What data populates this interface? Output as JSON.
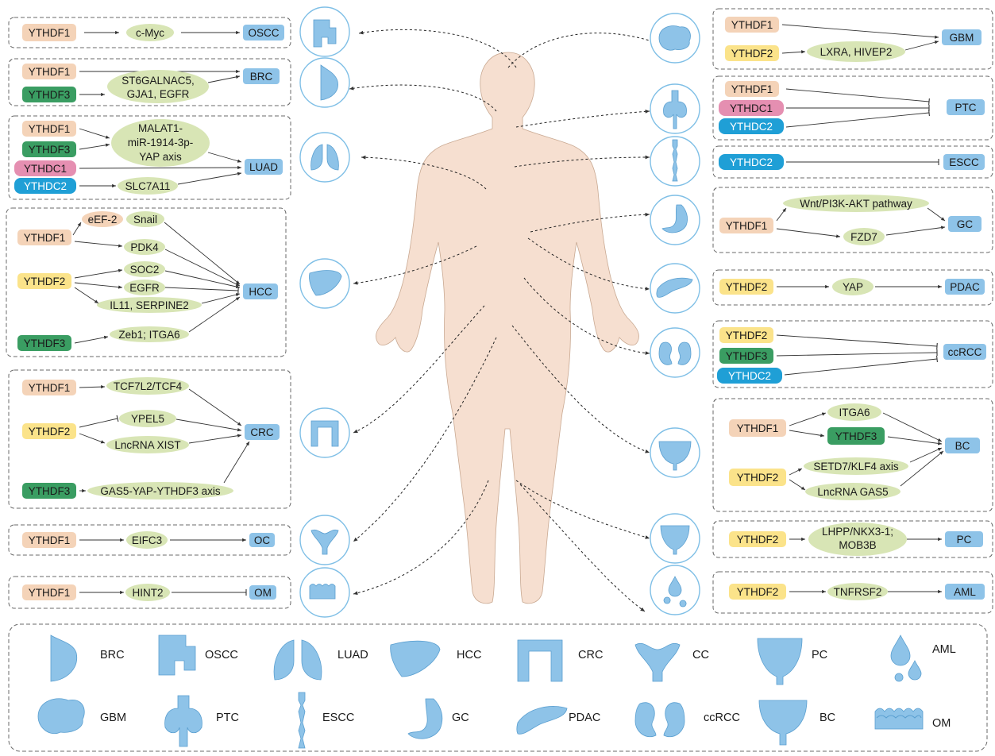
{
  "colors": {
    "YTHDF1": "#f4d3b8",
    "YTHDF2": "#fbe38a",
    "YTHDF3": "#3a9d62",
    "YTHDC1": "#e58fb1",
    "YTHDC2": "#1f9fd6",
    "target": "#d8e5b5",
    "cancer": "#8ec3e8",
    "organ": "#8ec3e8",
    "body": "#f6dfd0"
  },
  "panels": {
    "oscc": {
      "readers": [
        "YTHDF1"
      ],
      "targets": [
        "c-Myc"
      ],
      "cancer": "OSCC"
    },
    "brc": {
      "readers": [
        "YTHDF1",
        "YTHDF3"
      ],
      "targets": [
        "ST6GALNAC5,",
        "GJA1, EGFR"
      ],
      "cancer": "BRC"
    },
    "luad": {
      "readers": [
        "YTHDF1",
        "YTHDF3",
        "YTHDC1",
        "YTHDC2"
      ],
      "targets": [
        "MALAT1-",
        "miR-1914-3p-",
        "YAP axis",
        "SLC7A11"
      ],
      "cancer": "LUAD"
    },
    "hcc": {
      "readers": [
        "YTHDF1",
        "YTHDF2",
        "YTHDF3"
      ],
      "targets": [
        "eEF-2",
        "Snail",
        "PDK4",
        "SOC2",
        "EGFR",
        "IL11, SERPINE2",
        "Zeb1; ITGA6"
      ],
      "cancer": "HCC"
    },
    "crc": {
      "readers": [
        "YTHDF1",
        "YTHDF2",
        "YTHDF3"
      ],
      "targets": [
        "TCF7L2/TCF4",
        "YPEL5",
        "LncRNA XIST",
        "GAS5-YAP-YTHDF3 axis"
      ],
      "cancer": "CRC"
    },
    "oc": {
      "readers": [
        "YTHDF1"
      ],
      "targets": [
        "EIFC3"
      ],
      "cancer": "OC"
    },
    "om": {
      "readers": [
        "YTHDF1"
      ],
      "targets": [
        "HINT2"
      ],
      "cancer": "OM"
    },
    "gbm": {
      "readers": [
        "YTHDF1",
        "YTHDF2"
      ],
      "targets": [
        "LXRA, HIVEP2"
      ],
      "cancer": "GBM"
    },
    "ptc": {
      "readers": [
        "YTHDF1",
        "YTHDC1",
        "YTHDC2"
      ],
      "targets": [],
      "cancer": "PTC"
    },
    "escc": {
      "readers": [
        "YTHDC2"
      ],
      "targets": [],
      "cancer": "ESCC"
    },
    "gc": {
      "readers": [
        "YTHDF1"
      ],
      "targets": [
        "Wnt/PI3K-AKT pathway",
        "FZD7"
      ],
      "cancer": "GC"
    },
    "pdac": {
      "readers": [
        "YTHDF2"
      ],
      "targets": [
        "YAP"
      ],
      "cancer": "PDAC"
    },
    "ccrcc": {
      "readers": [
        "YTHDF2",
        "YTHDF3",
        "YTHDC2"
      ],
      "targets": [],
      "cancer": "ccRCC"
    },
    "bc": {
      "readers": [
        "YTHDF1",
        "YTHDF2"
      ],
      "targets": [
        "ITGA6",
        "YTHDF3",
        "SETD7/KLF4 axis",
        "LncRNA GAS5"
      ],
      "cancer": "BC"
    },
    "pc": {
      "readers": [
        "YTHDF2"
      ],
      "targets": [
        "LHPP/NKX3-1;",
        "MOB3B"
      ],
      "cancer": "PC"
    },
    "aml": {
      "readers": [
        "YTHDF2"
      ],
      "targets": [
        "TNFRSF2"
      ],
      "cancer": "AML"
    }
  },
  "legend": [
    {
      "icon": "breast",
      "label": "BRC"
    },
    {
      "icon": "oral",
      "label": "OSCC"
    },
    {
      "icon": "lung",
      "label": "LUAD"
    },
    {
      "icon": "liver",
      "label": "HCC"
    },
    {
      "icon": "intestine",
      "label": "CRC"
    },
    {
      "icon": "uterus",
      "label": "CC"
    },
    {
      "icon": "prostate",
      "label": "PC"
    },
    {
      "icon": "blood",
      "label": "AML"
    },
    {
      "icon": "brain",
      "label": "GBM"
    },
    {
      "icon": "thyroid",
      "label": "PTC"
    },
    {
      "icon": "esophagus",
      "label": "ESCC"
    },
    {
      "icon": "stomach",
      "label": "GC"
    },
    {
      "icon": "pancreas",
      "label": "PDAC"
    },
    {
      "icon": "kidney",
      "label": "ccRCC"
    },
    {
      "icon": "bladder",
      "label": "BC"
    },
    {
      "icon": "mucosa",
      "label": "OM"
    }
  ]
}
